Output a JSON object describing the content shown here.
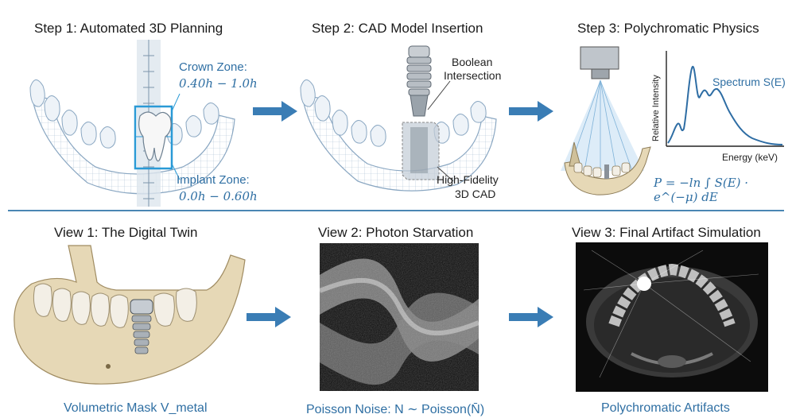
{
  "steps": {
    "step1": {
      "title": "Step 1: Automated 3D Planning",
      "crown_label": "Crown Zone:",
      "crown_range": "0.40h − 1.0h",
      "implant_label": "Implant Zone:",
      "implant_range": "0.0h − 0.60h"
    },
    "step2": {
      "title": "Step 2: CAD Model Insertion",
      "boolean_label_1": "Boolean",
      "boolean_label_2": "Intersection",
      "cad_label_1": "High-Fidelity",
      "cad_label_2": "3D CAD"
    },
    "step3": {
      "title": "Step 3: Polychromatic Physics",
      "ylabel": "Relative Intensity",
      "xlabel": "Energy (keV)",
      "spectrum_label": "Spectrum S(E)",
      "formula": "P = −ln ∫ S(E) · e^(−μ) dE"
    }
  },
  "views": {
    "view1": {
      "title": "View 1: The Digital Twin",
      "caption": "Volumetric Mask V_metal"
    },
    "view2": {
      "title": "View 2: Photon Starvation",
      "caption": "Poisson Noise: N ∼ Poisson(N̄)"
    },
    "view3": {
      "title": "View 3: Final Artifact Simulation",
      "caption": "Polychromatic Artifacts"
    }
  },
  "colors": {
    "accent": "#2f6fa3",
    "arrow": "#3a7db5",
    "bone": "#e6d8b6",
    "tooth": "#f3efe6"
  },
  "icons": [
    "arrow-right-icon",
    "xray-source-icon",
    "implant-screw-icon",
    "tooth-icon",
    "jaw-wireframe-icon"
  ]
}
